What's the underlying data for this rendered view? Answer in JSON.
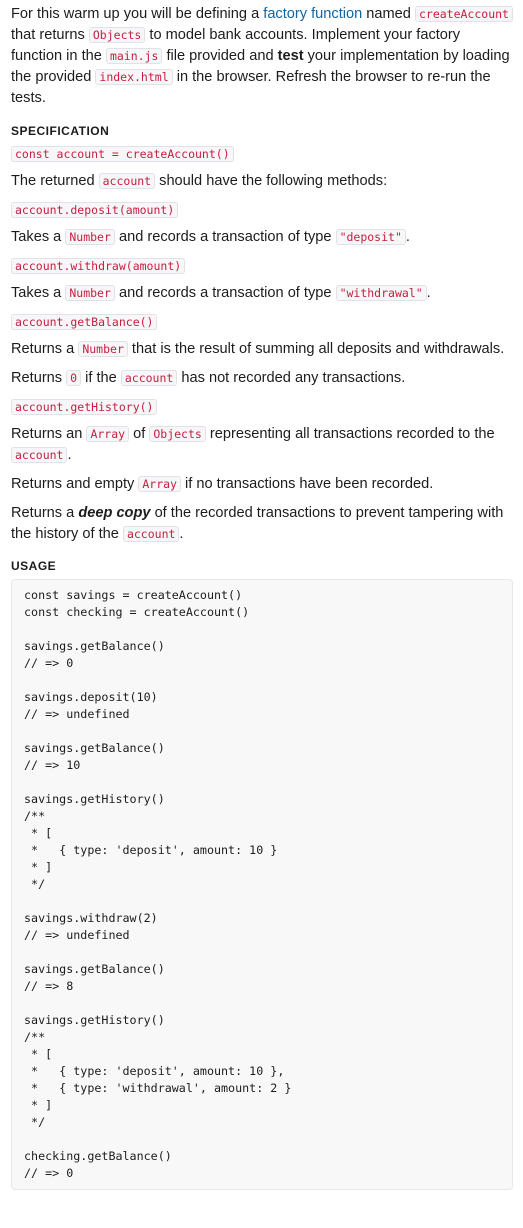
{
  "intro": {
    "t1": "For this warm up you will be defining a ",
    "link": "factory function",
    "t2": " named ",
    "c1": "createAccount",
    "t3": " that returns ",
    "c2": "Objects",
    "t4": " to model bank accounts. Implement your factory function in the ",
    "c3": "main.js",
    "t5": " file provided and ",
    "bold": "test",
    "t6": " your implementation by loading the provided ",
    "c4": "index.html",
    "t7": " in the browser. Refresh the browser to re-run the tests."
  },
  "spec": {
    "heading": "SPECIFICATION",
    "signature": "const account = createAccount()",
    "returned": {
      "t1": "The returned ",
      "c1": "account",
      "t2": " should have the following methods:"
    },
    "deposit": {
      "code": "account.deposit(amount)",
      "t1": "Takes a ",
      "c1": "Number",
      "t2": " and records a transaction of type ",
      "c2": "\"deposit\"",
      "t3": "."
    },
    "withdraw": {
      "code": "account.withdraw(amount)",
      "t1": "Takes a ",
      "c1": "Number",
      "t2": " and records a transaction of type ",
      "c2": "\"withdrawal\"",
      "t3": "."
    },
    "getBalance": {
      "code": "account.getBalance()",
      "p1": {
        "t1": "Returns a ",
        "c1": "Number",
        "t2": " that is the result of summing all deposits and withdrawals."
      },
      "p2": {
        "t1": "Returns ",
        "c1": "0",
        "t2": " if the ",
        "c2": "account",
        "t3": " has not recorded any transactions."
      }
    },
    "getHistory": {
      "code": "account.getHistory()",
      "p1": {
        "t1": "Returns an ",
        "c1": "Array",
        "t2": " of ",
        "c2": "Objects",
        "t3": " representing all transactions recorded to the ",
        "c3": "account",
        "t4": "."
      },
      "p2": {
        "t1": "Returns and empty ",
        "c1": "Array",
        "t2": " if no transactions have been recorded."
      },
      "p3": {
        "t1": "Returns a ",
        "bi": "deep copy",
        "t2": " of the recorded transactions to prevent tampering with the history of the ",
        "c1": "account",
        "t3": "."
      }
    }
  },
  "usage": {
    "heading": "USAGE",
    "code": "const savings = createAccount()\nconst checking = createAccount()\n\nsavings.getBalance()\n// => 0\n\nsavings.deposit(10)\n// => undefined\n\nsavings.getBalance()\n// => 10\n\nsavings.getHistory()\n/**\n * [\n *   { type: 'deposit', amount: 10 }\n * ]\n */\n\nsavings.withdraw(2)\n// => undefined\n\nsavings.getBalance()\n// => 8\n\nsavings.getHistory()\n/**\n * [\n *   { type: 'deposit', amount: 10 },\n *   { type: 'withdrawal', amount: 2 }\n * ]\n */\n\nchecking.getBalance()\n// => 0"
  }
}
